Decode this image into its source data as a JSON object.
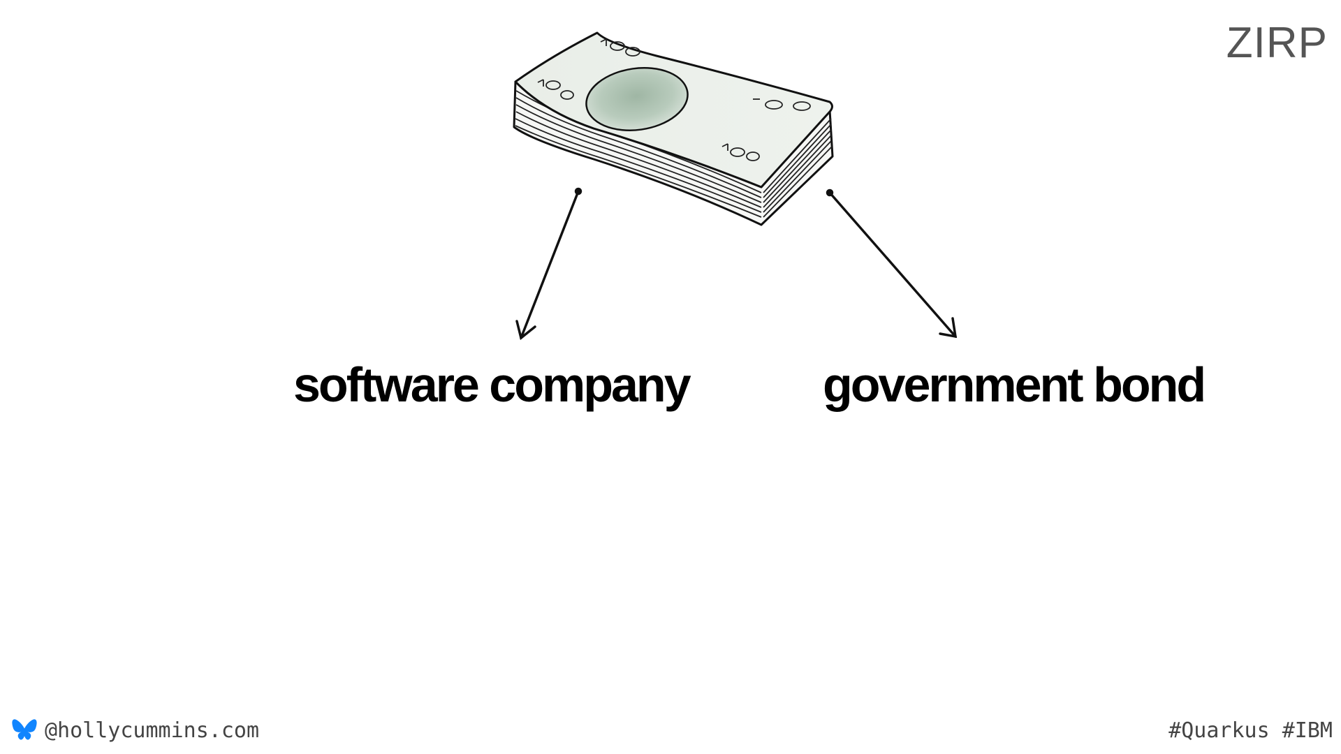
{
  "slide": {
    "title": "ZIRP"
  },
  "diagram": {
    "source_icon": "money-stack-icon",
    "left_target": "software company",
    "right_target": "government bond"
  },
  "footer": {
    "icon": "butterfly-icon",
    "handle": "@hollycummins.com",
    "tags": "#Quarkus #IBM"
  },
  "colors": {
    "note_green": "#e8ede7",
    "note_portrait": "#a9bfae",
    "title_gray": "#555555",
    "butterfly_blue": "#1185fe"
  }
}
